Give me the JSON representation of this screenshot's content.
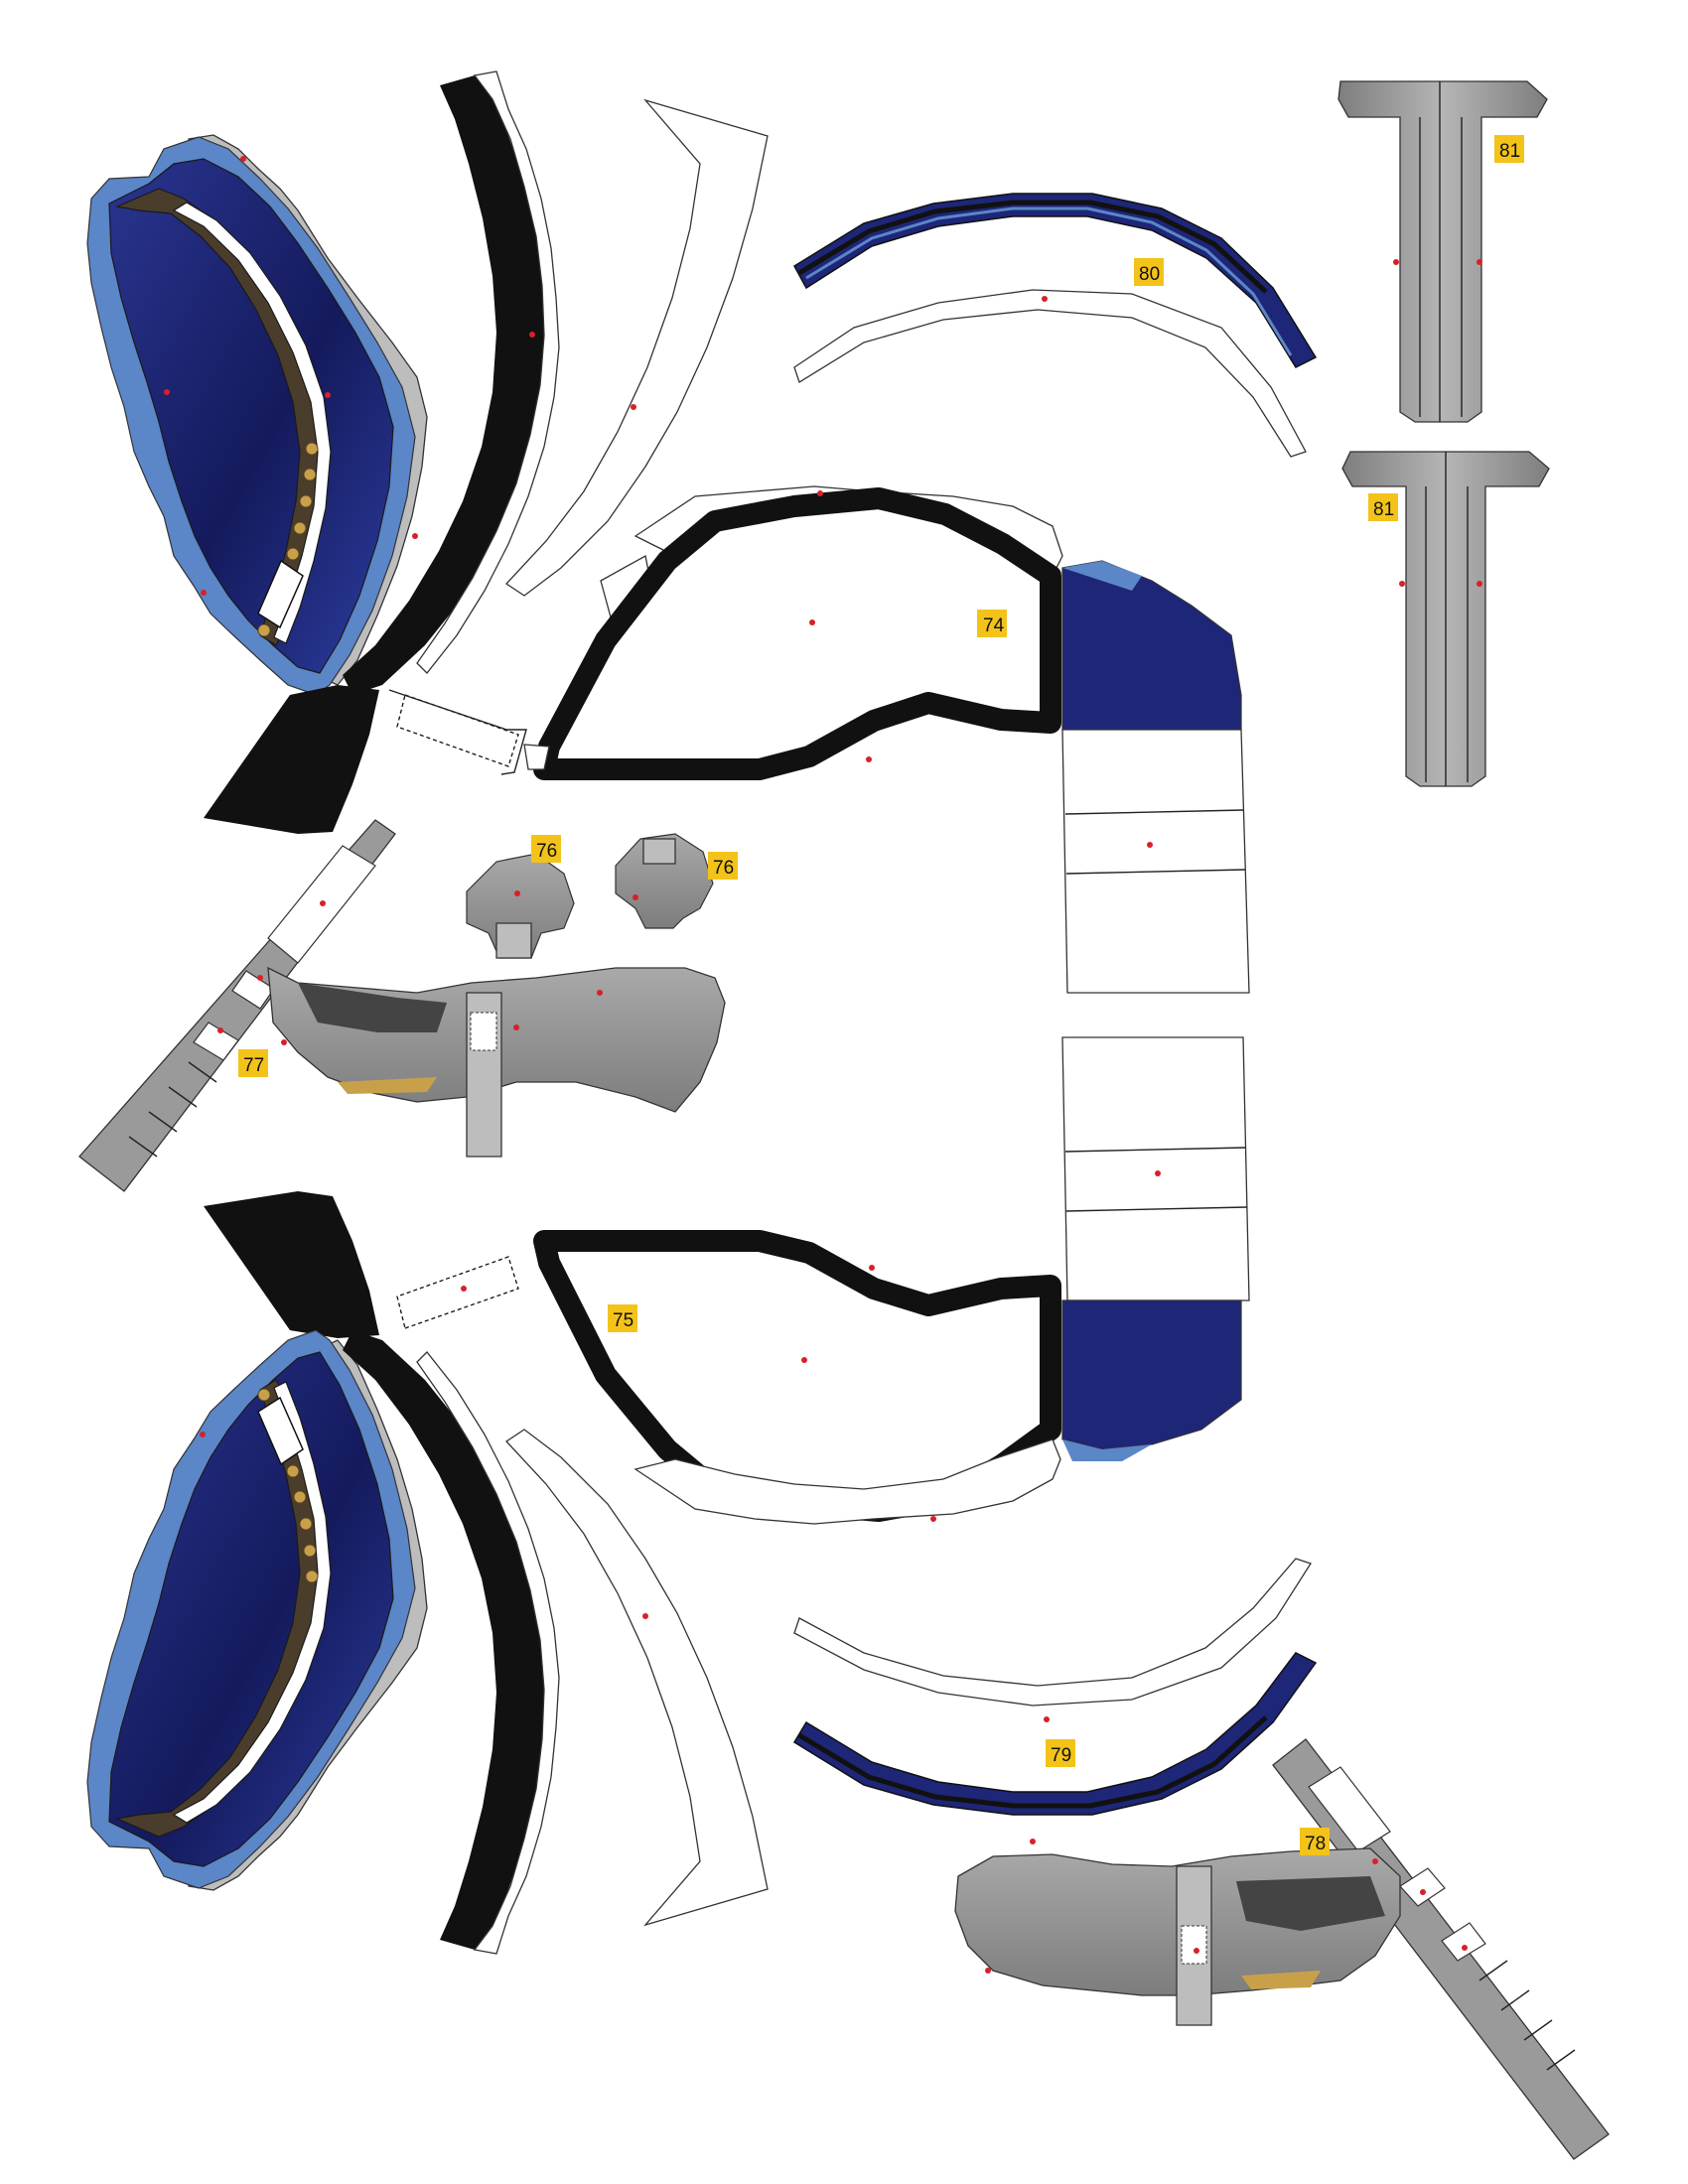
{
  "sheet": {
    "background": "#ffffff",
    "colors": {
      "navy": "#1e2678",
      "light_blue": "#5b86c8",
      "black": "#111111",
      "grey": "#8f8f8f",
      "light_grey": "#bdbdbd",
      "brown": "#4a3d2c",
      "gold": "#c9a04a",
      "marker_red": "#d8202a",
      "label_yellow": "#f3c31a"
    }
  },
  "labels": {
    "p74": "74",
    "p75": "75",
    "p76a": "76",
    "p76b": "76",
    "p77": "77",
    "p78": "78",
    "p79": "79",
    "p80": "80",
    "p81a": "81",
    "p81b": "81"
  }
}
